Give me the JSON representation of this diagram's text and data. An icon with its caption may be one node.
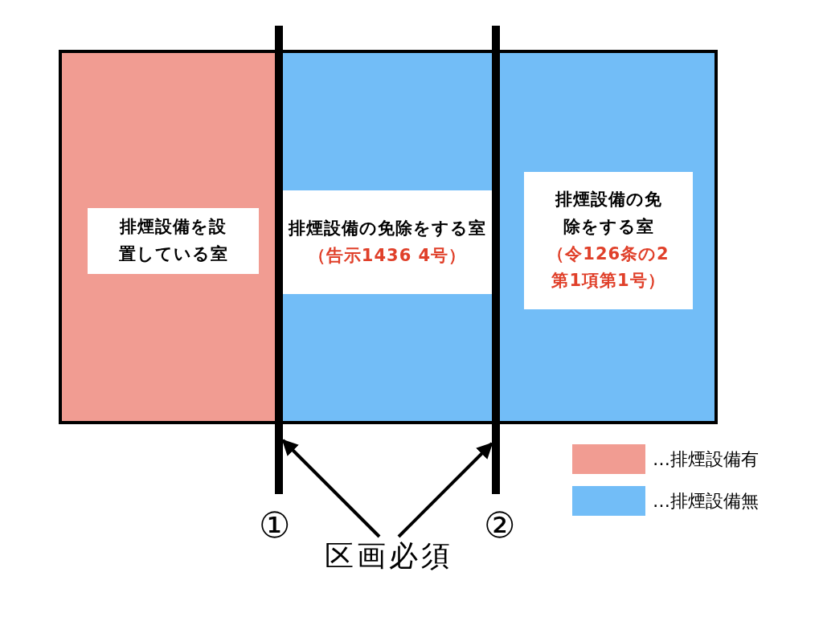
{
  "diagram": {
    "nodes": [
      {
        "text": [
          "排煙設備を設置している室"
        ]
      },
      {
        "text": [
          "排煙設備の免除をする室",
          "（告示1436 4号）"
        ]
      },
      {
        "text": [
          "排煙設備の免除をする室",
          "（令126条の2第1項第1号）"
        ]
      },
      {
        "text": [],
        "shape": "bar",
        "beside": [
          "①"
        ]
      },
      {
        "text": [],
        "shape": "bar",
        "beside": [
          "②"
        ]
      },
      {
        "text": [
          "区画必須"
        ]
      }
    ],
    "edges": [
      {
        "from": 5,
        "to": 3,
        "arrow": "to"
      },
      {
        "from": 5,
        "to": 4,
        "arrow": "to"
      }
    ],
    "legend": [
      {
        "text": "…排煙設備有",
        "color": "#f19c92"
      },
      {
        "text": "…排煙設備無",
        "color": "#72bdf7"
      }
    ]
  }
}
